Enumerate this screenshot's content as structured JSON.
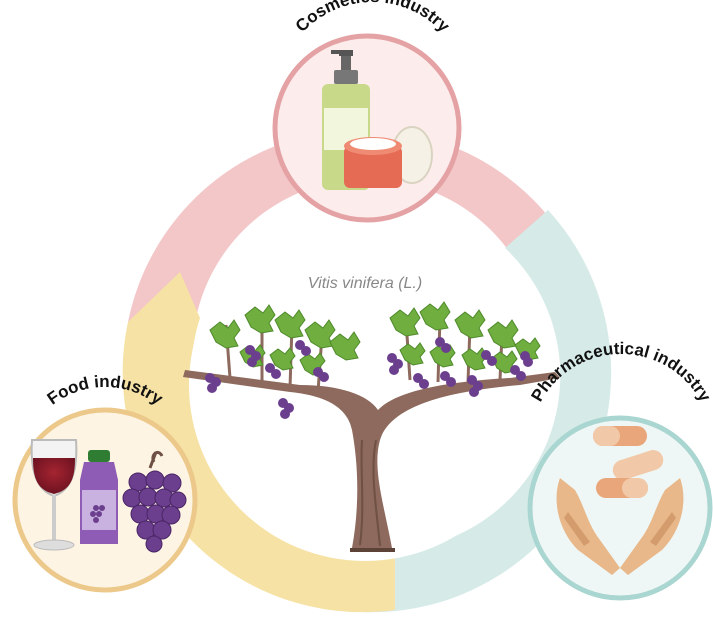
{
  "center": {
    "species_label": "Vitis vinifera (L.)"
  },
  "industries": [
    {
      "key": "cosmetics",
      "label": "Cosmetics industry"
    },
    {
      "key": "pharmaceutical",
      "label": "Pharmaceutical industry"
    },
    {
      "key": "food",
      "label": "Food industry"
    }
  ],
  "colors": {
    "arc_pink": "#f3c6c8",
    "arc_teal": "#d6ebe8",
    "arc_yellow": "#f6e2a4",
    "cosmetics_ring": "#e4a2a4",
    "cosmetics_fill": "#fdecec",
    "pharma_ring": "#a9d6d0",
    "pharma_fill": "#eef7f5",
    "food_ring": "#ecc98a",
    "food_fill": "#fdf4e4",
    "trunk": "#8d6a5d",
    "leaf": "#6fae3f",
    "grape": "#6b3f8e"
  },
  "icons": {
    "center": "grapevine-icon",
    "cosmetics": [
      "pump-bottle-icon",
      "cream-jar-icon"
    ],
    "pharmaceutical": [
      "capsules-icon",
      "hands-icon"
    ],
    "food": [
      "wine-glass-icon",
      "juice-bottle-icon",
      "grape-bunch-icon"
    ]
  }
}
